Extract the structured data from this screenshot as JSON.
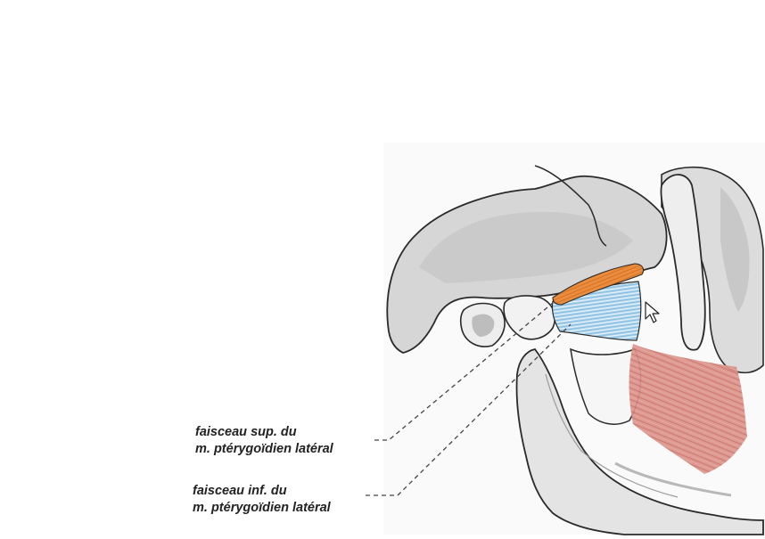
{
  "labels": {
    "superior_bundle": {
      "line1": "faisceau sup. du",
      "line2": "m. ptérygoïdien latéral"
    },
    "inferior_bundle": {
      "line1": "faisceau inf. du",
      "line2": "m. ptérygoïdien latéral"
    }
  },
  "colors": {
    "background": "#ffffff",
    "bone_light": "#e6e6e6",
    "bone_shadow": "#bdbdbd",
    "outline": "#2a2a2a",
    "superior_bundle": "#e8893a",
    "inferior_bundle": "#a9d3ee",
    "masseter": "#d98a80"
  },
  "icons": [
    "mouse-cursor-icon"
  ]
}
